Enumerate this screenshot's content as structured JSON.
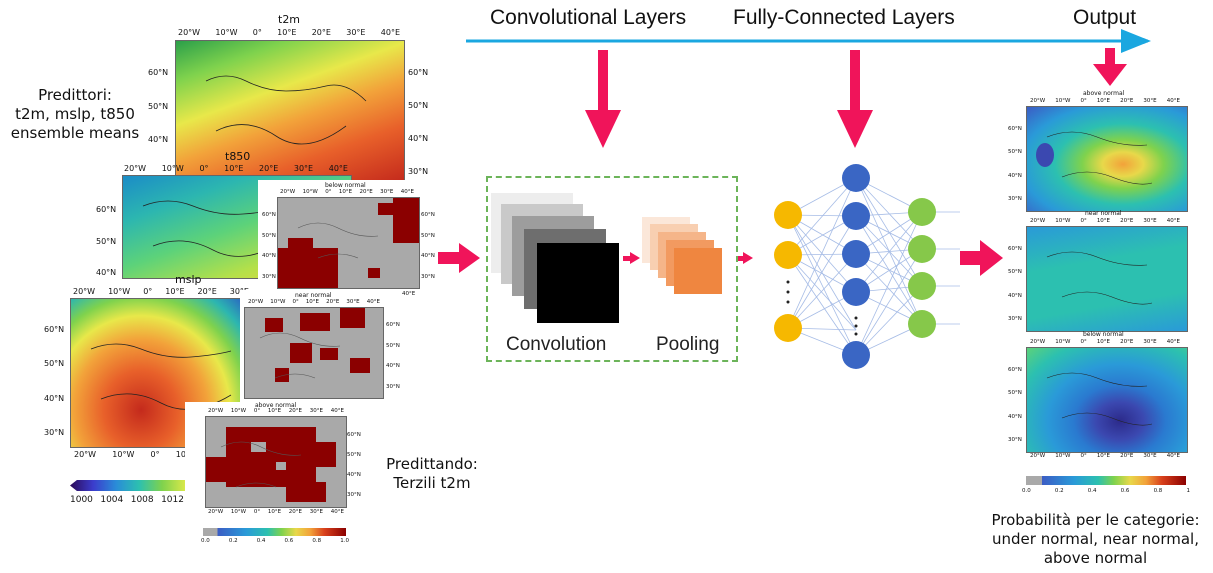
{
  "headers": {
    "convolutional": "Convolutional Layers",
    "fully_connected": "Fully-Connected Layers",
    "output": "Output"
  },
  "left_text": {
    "line1": "Predittori:",
    "line2": "t2m, mslp, t850",
    "line3": "ensemble means"
  },
  "target_text": {
    "line1": "Predittando:",
    "line2": "Terzili t2m"
  },
  "output_text": {
    "line1": "Probabilità per le categorie:",
    "line2": "under normal, near normal,",
    "line3": "above normal"
  },
  "cnn": {
    "convolution_label": "Convolution",
    "pooling_label": "Pooling"
  },
  "maps": {
    "t2m": {
      "title": "t2m",
      "lon_ticks": [
        "20°W",
        "10°W",
        "0°",
        "10°E",
        "20°E",
        "30°E",
        "40°E"
      ],
      "lat_ticks_left": [
        "60°N",
        "50°N",
        "40°N"
      ],
      "lat_ticks_right": [
        "60°N",
        "50°N",
        "40°N",
        "30°N"
      ]
    },
    "t850": {
      "title": "t850",
      "lon_ticks": [
        "20°W",
        "10°W",
        "0°",
        "10°E",
        "20°E",
        "30°E",
        "40°E"
      ],
      "lat_ticks_left": [
        "60°N",
        "50°N",
        "40°N"
      ]
    },
    "mslp": {
      "title": "mslp",
      "lon_ticks_top": [
        "20°W",
        "10°W",
        "0°",
        "10°E",
        "20°E",
        "30°E"
      ],
      "lon_ticks_bottom": [
        "20°W",
        "10°W",
        "0°",
        "10"
      ],
      "lat_ticks_left": [
        "60°N",
        "50°N",
        "40°N",
        "30°N"
      ],
      "colorbar_ticks": [
        "1000",
        "1004",
        "1008",
        "1012"
      ]
    },
    "below_normal": {
      "title": "below normal",
      "lon_ticks": [
        "20°W",
        "10°W",
        "0°",
        "10°E",
        "20°E",
        "30°E",
        "40°E"
      ],
      "lat_ticks_left": [
        "60°N",
        "50°N",
        "40°N",
        "30°N"
      ],
      "lat_ticks_right": [
        "60°N",
        "50°N",
        "40°N",
        "30°N"
      ],
      "bottom_tick": "40°E"
    },
    "near_normal": {
      "title": "near normal",
      "lon_ticks": [
        "20°W",
        "10°W",
        "0°",
        "10°E",
        "20°E",
        "30°E",
        "40°E"
      ],
      "lat_ticks_right": [
        "60°N",
        "50°N",
        "40°N",
        "30°N"
      ]
    },
    "above_normal": {
      "title": "above normal",
      "lon_ticks_top": [
        "20°W",
        "10°W",
        "0°",
        "10°E",
        "20°E",
        "30°E",
        "40°E"
      ],
      "lon_ticks_bottom": [
        "20°W",
        "10°W",
        "0°",
        "10°E",
        "20°E",
        "30°E",
        "40°E"
      ],
      "lat_ticks_right": [
        "60°N",
        "50°N",
        "40°N",
        "30°N"
      ],
      "colorbar_ticks": [
        "0.0",
        "0.2",
        "0.4",
        "0.6",
        "0.8",
        "1.0"
      ]
    }
  },
  "output_maps": {
    "above": {
      "title": "above normal"
    },
    "near": {
      "title": "near normal"
    },
    "below": {
      "title": "below normal"
    },
    "lon_ticks": [
      "20°W",
      "10°W",
      "0°",
      "10°E",
      "20°E",
      "30°E",
      "40°E"
    ],
    "lat_ticks": [
      "60°N",
      "50°N",
      "40°N",
      "30°N"
    ],
    "colorbar_ticks": [
      "0.0",
      "0.2",
      "0.4",
      "0.6",
      "0.8",
      "1"
    ]
  },
  "colors": {
    "arrow_pink": "#f0145a",
    "timeline_blue": "#1aa7e0",
    "neuron_yellow": "#f6b800",
    "neuron_blue": "#3a66c4",
    "neuron_green": "#86c84a",
    "dashed_green": "#6cb45a",
    "dark_red": "#8b0000"
  }
}
